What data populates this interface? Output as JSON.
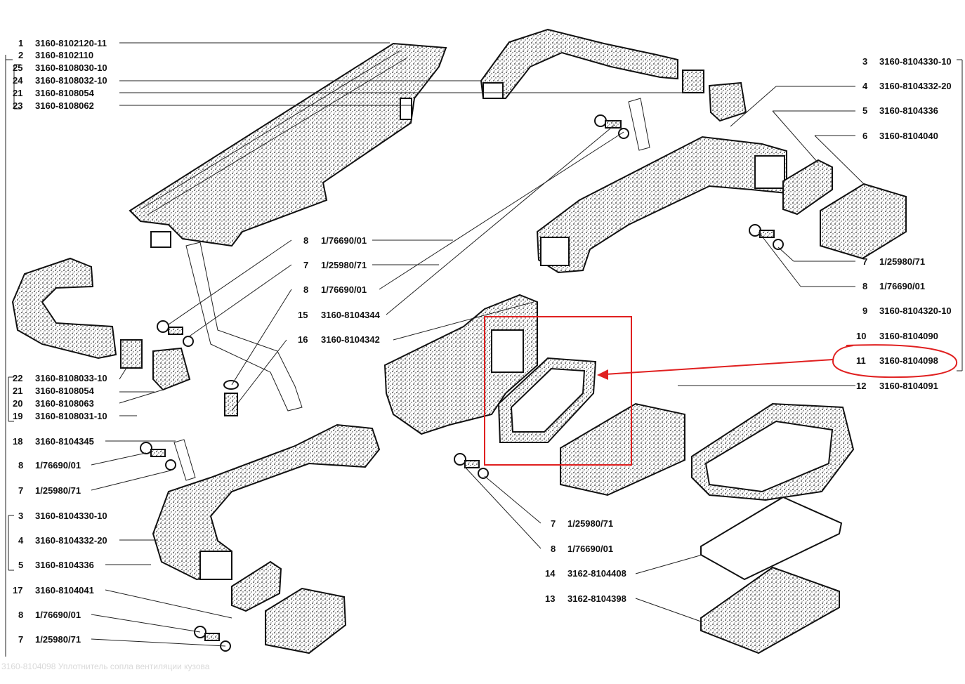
{
  "caption": "3160-8104098 Уплотнитель сопла вентиляции кузова",
  "left_labels": [
    {
      "num": "1",
      "code": "3160-8102120-11"
    },
    {
      "num": "2",
      "code": "3160-8102110"
    },
    {
      "num": "25",
      "code": "3160-8108030-10"
    },
    {
      "num": "24",
      "code": "3160-8108032-10"
    },
    {
      "num": "21",
      "code": "3160-8108054"
    },
    {
      "num": "23",
      "code": "3160-8108062"
    },
    {
      "num": "22",
      "code": "3160-8108033-10"
    },
    {
      "num": "21",
      "code": "3160-8108054"
    },
    {
      "num": "20",
      "code": "3160-8108063"
    },
    {
      "num": "19",
      "code": "3160-8108031-10"
    },
    {
      "num": "18",
      "code": "3160-8104345"
    },
    {
      "num": "8",
      "code": "1/76690/01"
    },
    {
      "num": "7",
      "code": "1/25980/71"
    },
    {
      "num": "3",
      "code": "3160-8104330-10"
    },
    {
      "num": "4",
      "code": "3160-8104332-20"
    },
    {
      "num": "5",
      "code": "3160-8104336"
    },
    {
      "num": "17",
      "code": "3160-8104041"
    },
    {
      "num": "8",
      "code": "1/76690/01"
    },
    {
      "num": "7",
      "code": "1/25980/71"
    }
  ],
  "center_labels": [
    {
      "num": "8",
      "code": "1/76690/01"
    },
    {
      "num": "7",
      "code": "1/25980/71"
    },
    {
      "num": "8",
      "code": "1/76690/01"
    },
    {
      "num": "15",
      "code": "3160-8104344"
    },
    {
      "num": "16",
      "code": "3160-8104342"
    },
    {
      "num": "7",
      "code": "1/25980/71"
    },
    {
      "num": "8",
      "code": "1/76690/01"
    },
    {
      "num": "14",
      "code": "3162-8104408"
    },
    {
      "num": "13",
      "code": "3162-8104398"
    }
  ],
  "right_labels": [
    {
      "num": "3",
      "code": "3160-8104330-10"
    },
    {
      "num": "4",
      "code": "3160-8104332-20"
    },
    {
      "num": "5",
      "code": "3160-8104336"
    },
    {
      "num": "6",
      "code": "3160-8104040"
    },
    {
      "num": "7",
      "code": "1/25980/71"
    },
    {
      "num": "8",
      "code": "1/76690/01"
    },
    {
      "num": "9",
      "code": "3160-8104320-10"
    },
    {
      "num": "10",
      "code": "3160-8104090"
    },
    {
      "num": "11",
      "code": "3160-8104098"
    },
    {
      "num": "12",
      "code": "3160-8104091"
    }
  ],
  "colors": {
    "highlight": "#e02020",
    "ink": "#111111",
    "caption": "#d9d9d9"
  }
}
